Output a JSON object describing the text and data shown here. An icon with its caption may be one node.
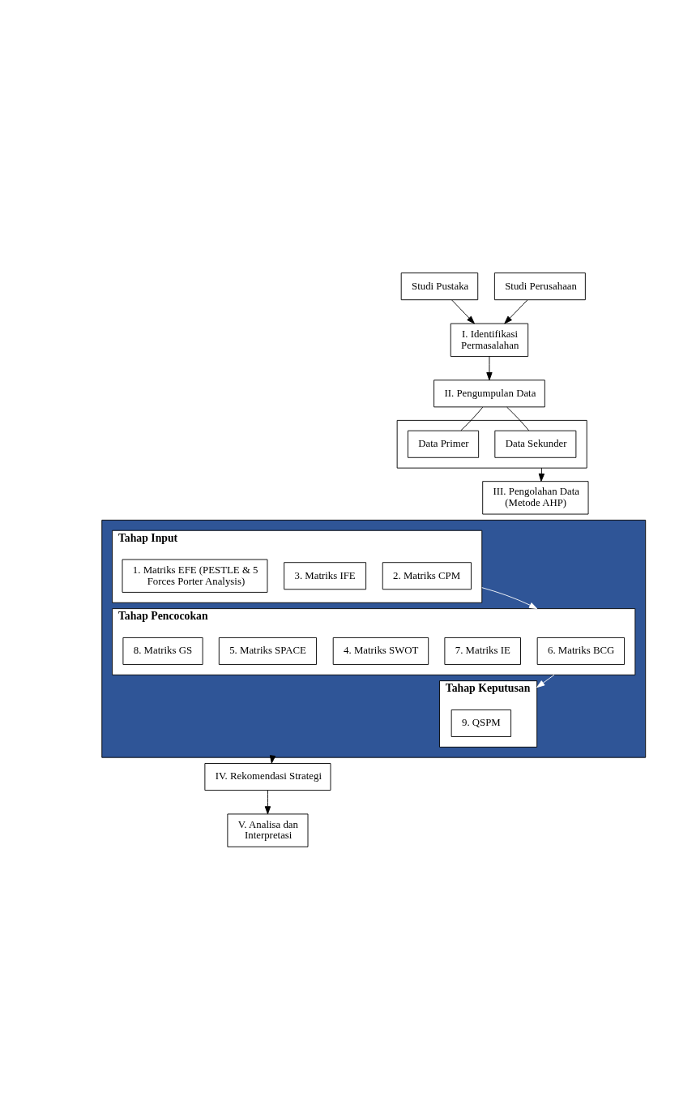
{
  "diagram": {
    "nodes": [
      {
        "text": [
          "Studi Pustaka"
        ]
      },
      {
        "text": [
          "Studi Perusahaan"
        ]
      },
      {
        "text": [
          "I. Identifikasi Permasalahan"
        ]
      },
      {
        "text": [
          "II. Pengumpulan Data"
        ]
      },
      {
        "text": [],
        "shape": "box"
      },
      {
        "text": [
          "Data Primer"
        ],
        "in": 4
      },
      {
        "text": [
          "Data Sekunder"
        ],
        "in": 4
      },
      {
        "text": [
          "III. Pengolahan Data (Metode AHP)"
        ]
      },
      {
        "text": [],
        "shape": "box"
      },
      {
        "text": [
          "Tahap Input"
        ],
        "in": 8
      },
      {
        "text": [
          "1. Matriks EFE (PESTLE & 5 Forces Porter Analysis)"
        ],
        "in": 9
      },
      {
        "text": [
          "2. Matriks CPM"
        ],
        "in": 9
      },
      {
        "text": [
          "3. Matriks IFE"
        ],
        "in": 9
      },
      {
        "text": [
          "Tahap Pencocokan"
        ],
        "in": 8
      },
      {
        "text": [
          "4. Matriks SWOT"
        ],
        "in": 13
      },
      {
        "text": [
          "5. Matriks SPACE"
        ],
        "in": 13
      },
      {
        "text": [
          "6. Matriks BCG"
        ],
        "in": 13
      },
      {
        "text": [
          "7. Matriks IE"
        ],
        "in": 13
      },
      {
        "text": [
          "8. Matriks GS"
        ],
        "in": 13
      },
      {
        "text": [
          "Tahap Keputusan"
        ],
        "in": 8
      },
      {
        "text": [
          "9. QSPM"
        ],
        "in": 19
      },
      {
        "text": [
          "IV. Rekomendasi Strategi"
        ]
      },
      {
        "text": [
          "V. Analisa dan Interpretasi"
        ]
      }
    ],
    "edges": [
      {
        "from": 0,
        "to": 2,
        "arrow": "to"
      },
      {
        "from": 1,
        "to": 2,
        "arrow": "to"
      },
      {
        "from": 2,
        "to": 3,
        "arrow": "to"
      },
      {
        "from": 3,
        "to": 5,
        "arrow": "none"
      },
      {
        "from": 3,
        "to": 6,
        "arrow": "none"
      },
      {
        "from": 4,
        "to": 7,
        "arrow": "to"
      },
      {
        "from": 9,
        "to": 13,
        "arrow": "to",
        "color": "#ffffff"
      },
      {
        "from": 13,
        "to": 19,
        "arrow": "to",
        "color": "#ffffff"
      },
      {
        "from": 8,
        "to": 21,
        "arrow": "to"
      },
      {
        "from": 21,
        "to": 22,
        "arrow": "to"
      }
    ]
  }
}
